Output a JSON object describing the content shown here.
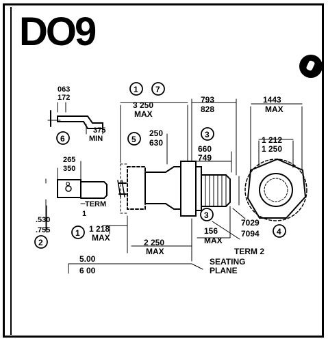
{
  "title": "DO9",
  "dims": {
    "thk_top": "063",
    "thk_bot": "172",
    "lug_len": "375",
    "lug_min": "MIN",
    "num6": "6",
    "term_w_top": "265",
    "term_w_bot": "350",
    "term_label": "TERM",
    "term_num": "1",
    "hole_o": "O",
    "lead_top": ".530",
    "lead_bot": ".755",
    "num2": "2",
    "num1a": "1",
    "num1b": "1",
    "num7": "7",
    "overall_len": "3 250",
    "overall_max": "MAX",
    "num5": "5",
    "hex_flat_top": "250",
    "hex_flat_bot": "630",
    "body_top": "793",
    "body_bot": "828",
    "num3a": "3",
    "stud_top": "660",
    "stud_bot": "749",
    "width_top": "1443",
    "width_max": "MAX",
    "hex_w_top": "1 212",
    "hex_w_bot": "1 250",
    "body_dia": "1 218",
    "body_dia_max": "MAX",
    "seat_len": "2 250",
    "seat_max": "MAX",
    "num3b": "3",
    "stud_len": "156",
    "stud_max": "MAX",
    "term2": "TERM 2",
    "thread_top": "7029",
    "thread_bot": "7094",
    "num4": "4",
    "total_top": "5.00",
    "total_bot": "6 00",
    "seating": "SEATING",
    "plane": "PLANE"
  }
}
